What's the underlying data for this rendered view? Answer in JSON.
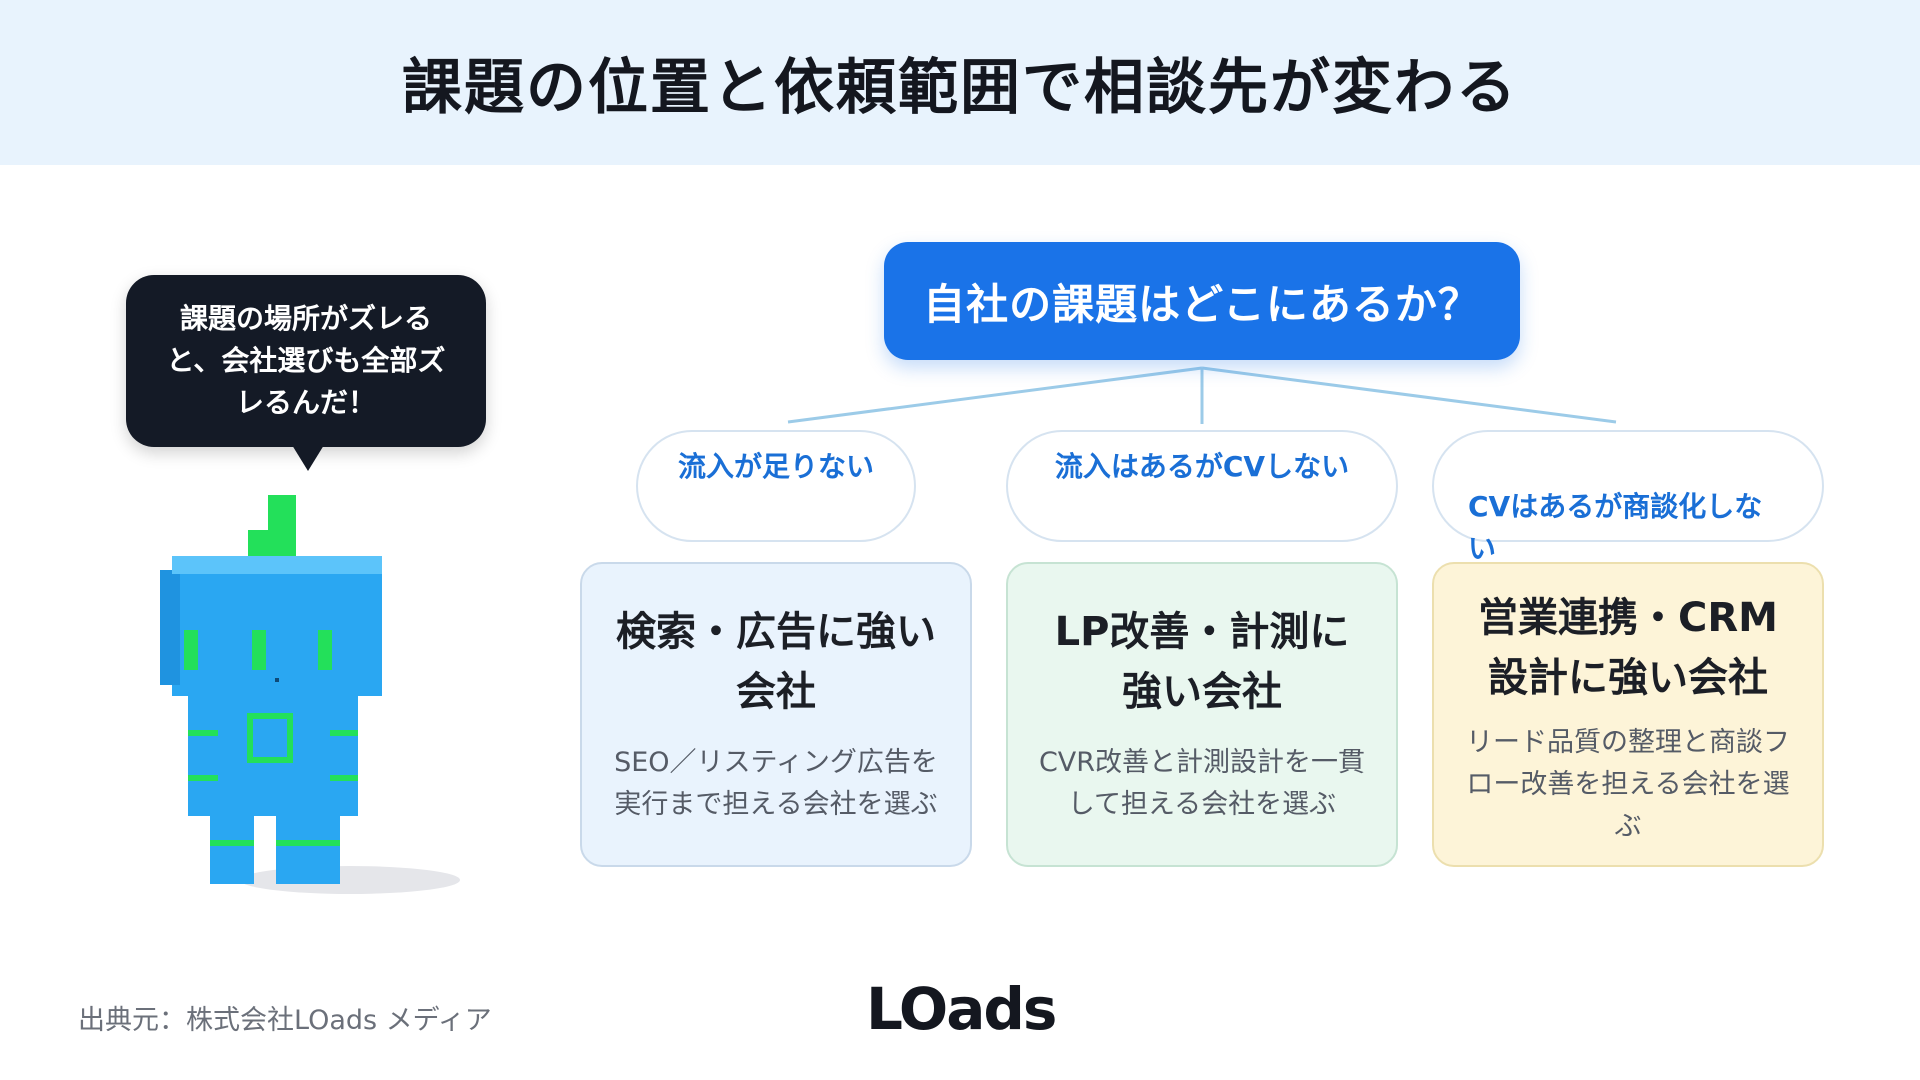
{
  "header": {
    "title": "課題の位置と依頼範囲で相談先が変わる"
  },
  "bubble": {
    "text": "課題の場所がズレる\nと、会社選びも全部ズ\nレるんだ！"
  },
  "question": {
    "text": "自社の課題はどこにあるか？"
  },
  "branches": [
    {
      "condition": "流入が足りない",
      "title": "検索・広告に強い\n会社",
      "description": "SEO／リスティング広告を\n実行まで担える会社を選ぶ"
    },
    {
      "condition": "流入はあるがCVしない",
      "title": "LP改善・計測に\n強い会社",
      "description": "CVR改善と計測設計を一貫\nして担える会社を選ぶ"
    },
    {
      "condition": "CVはあるが商談化しな\nい",
      "title": "営業連携・CRM\n設計に強い会社",
      "description": "リード品質の整理と商談フ\nロー改善を担える会社を選\nぶ"
    }
  ],
  "footer": {
    "source": "出典元：株式会社LOads メディア",
    "logo": "LOads"
  },
  "colors": {
    "header_bg": "#e8f3fd",
    "question_bg": "#1a73e8",
    "condition_text": "#1a6fd6",
    "card1_bg": "#e9f3fd",
    "card2_bg": "#e9f7ef",
    "card3_bg": "#fdf4d8",
    "bubble_bg": "#141a26"
  }
}
